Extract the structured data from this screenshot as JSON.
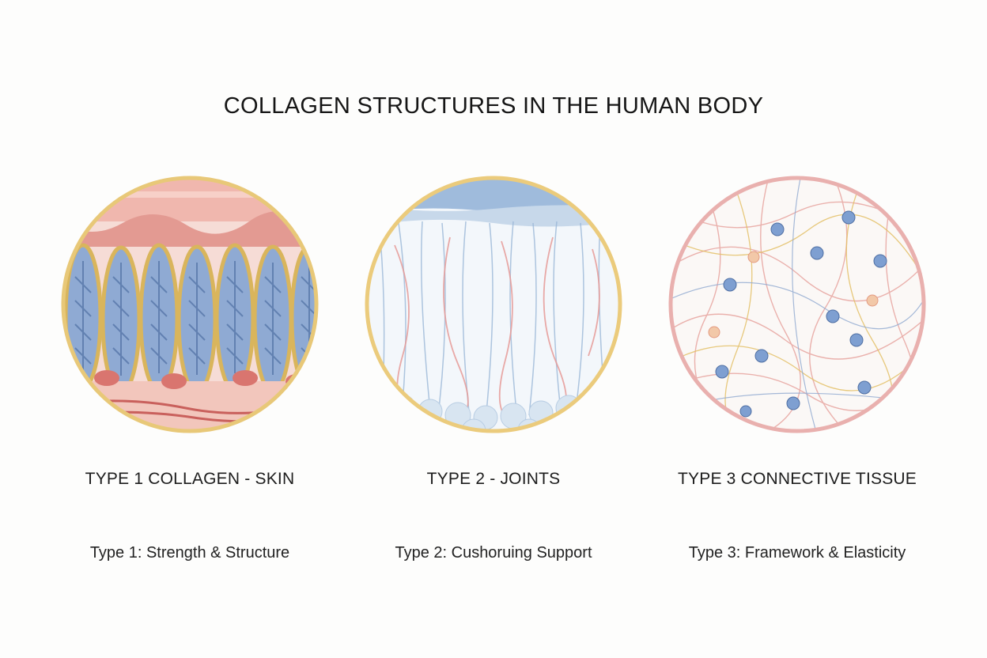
{
  "header": {
    "title": "COLLAGEN STRUCTURES IN THE HUMAN BODY"
  },
  "panels": [
    {
      "label": "TYPE 1 COLLAGEN - SKIN",
      "caption": "Type 1: Strength & Structure",
      "ring_color": "#e8c878"
    },
    {
      "label": "TYPE 2 - JOINTS",
      "caption": "Type 2: Cushoruing Support",
      "ring_color": "#ebcb7c"
    },
    {
      "label": "TYPE 3 CONNECTIVE TISSUE",
      "caption": "Type 3: Framework & Elasticity",
      "ring_color": "#e9b0ae"
    }
  ],
  "colors": {
    "collagen_blue": "#7b9bc9",
    "fiber_yellow": "#e3c067",
    "tissue_pink": "#e9a39c",
    "cell_blue": "#7e9fd1"
  }
}
